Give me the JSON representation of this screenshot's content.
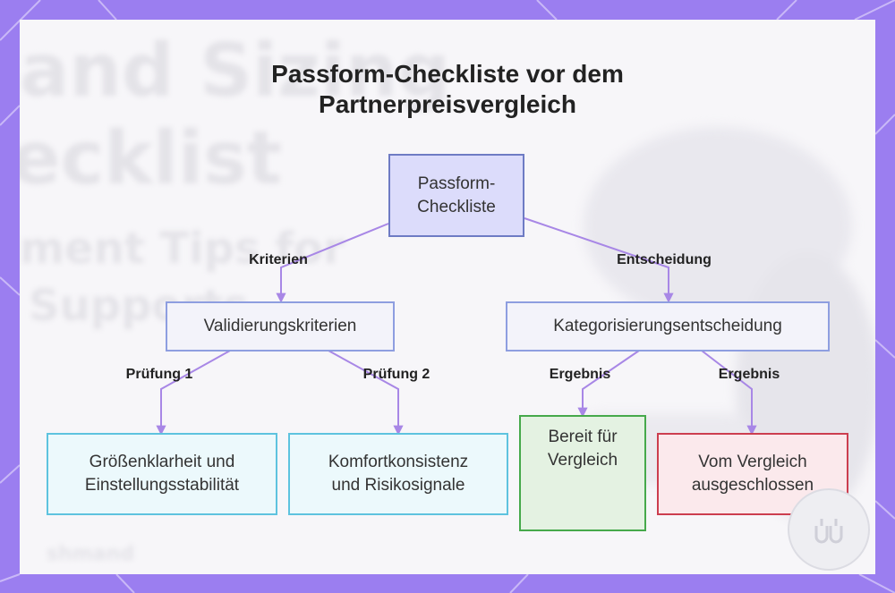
{
  "title": {
    "line1": "Passform-Checkliste vor dem",
    "line2": "Partnerpreisvergleich"
  },
  "background_text": {
    "line1": "and Sizing",
    "line2": "ecklist",
    "line3": "ment Tips for",
    "line4": "Supports",
    "footer": "shmand"
  },
  "nodes": {
    "root": {
      "line1": "Passform-",
      "line2": "Checkliste"
    },
    "validation": {
      "label": "Validierungskriterien"
    },
    "categorization": {
      "label": "Kategorisierungsentscheidung"
    },
    "size_clarity": {
      "line1": "Größenklarheit und",
      "line2": "Einstellungsstabilität"
    },
    "comfort": {
      "line1": "Komfortkonsistenz",
      "line2": "und Risikosignale"
    },
    "ready": {
      "line1": "Bereit für",
      "line2": "Vergleich"
    },
    "excluded": {
      "line1": "Vom Vergleich",
      "line2": "ausgeschlossen"
    }
  },
  "edge_labels": {
    "criteria": "Kriterien",
    "decision": "Entscheidung",
    "check1": "Prüfung 1",
    "check2": "Prüfung 2",
    "result_left": "Ergebnis",
    "result_right": "Ergebnis"
  },
  "colors": {
    "frame": "#9b7ef0",
    "edge": "#a887e6",
    "root_fill": "#dcdcfb",
    "cyan_border": "#5ec3df",
    "green_border": "#46a94b",
    "red_border": "#cc3e4f"
  },
  "icons": {
    "logo": "brand-logo-icon"
  }
}
